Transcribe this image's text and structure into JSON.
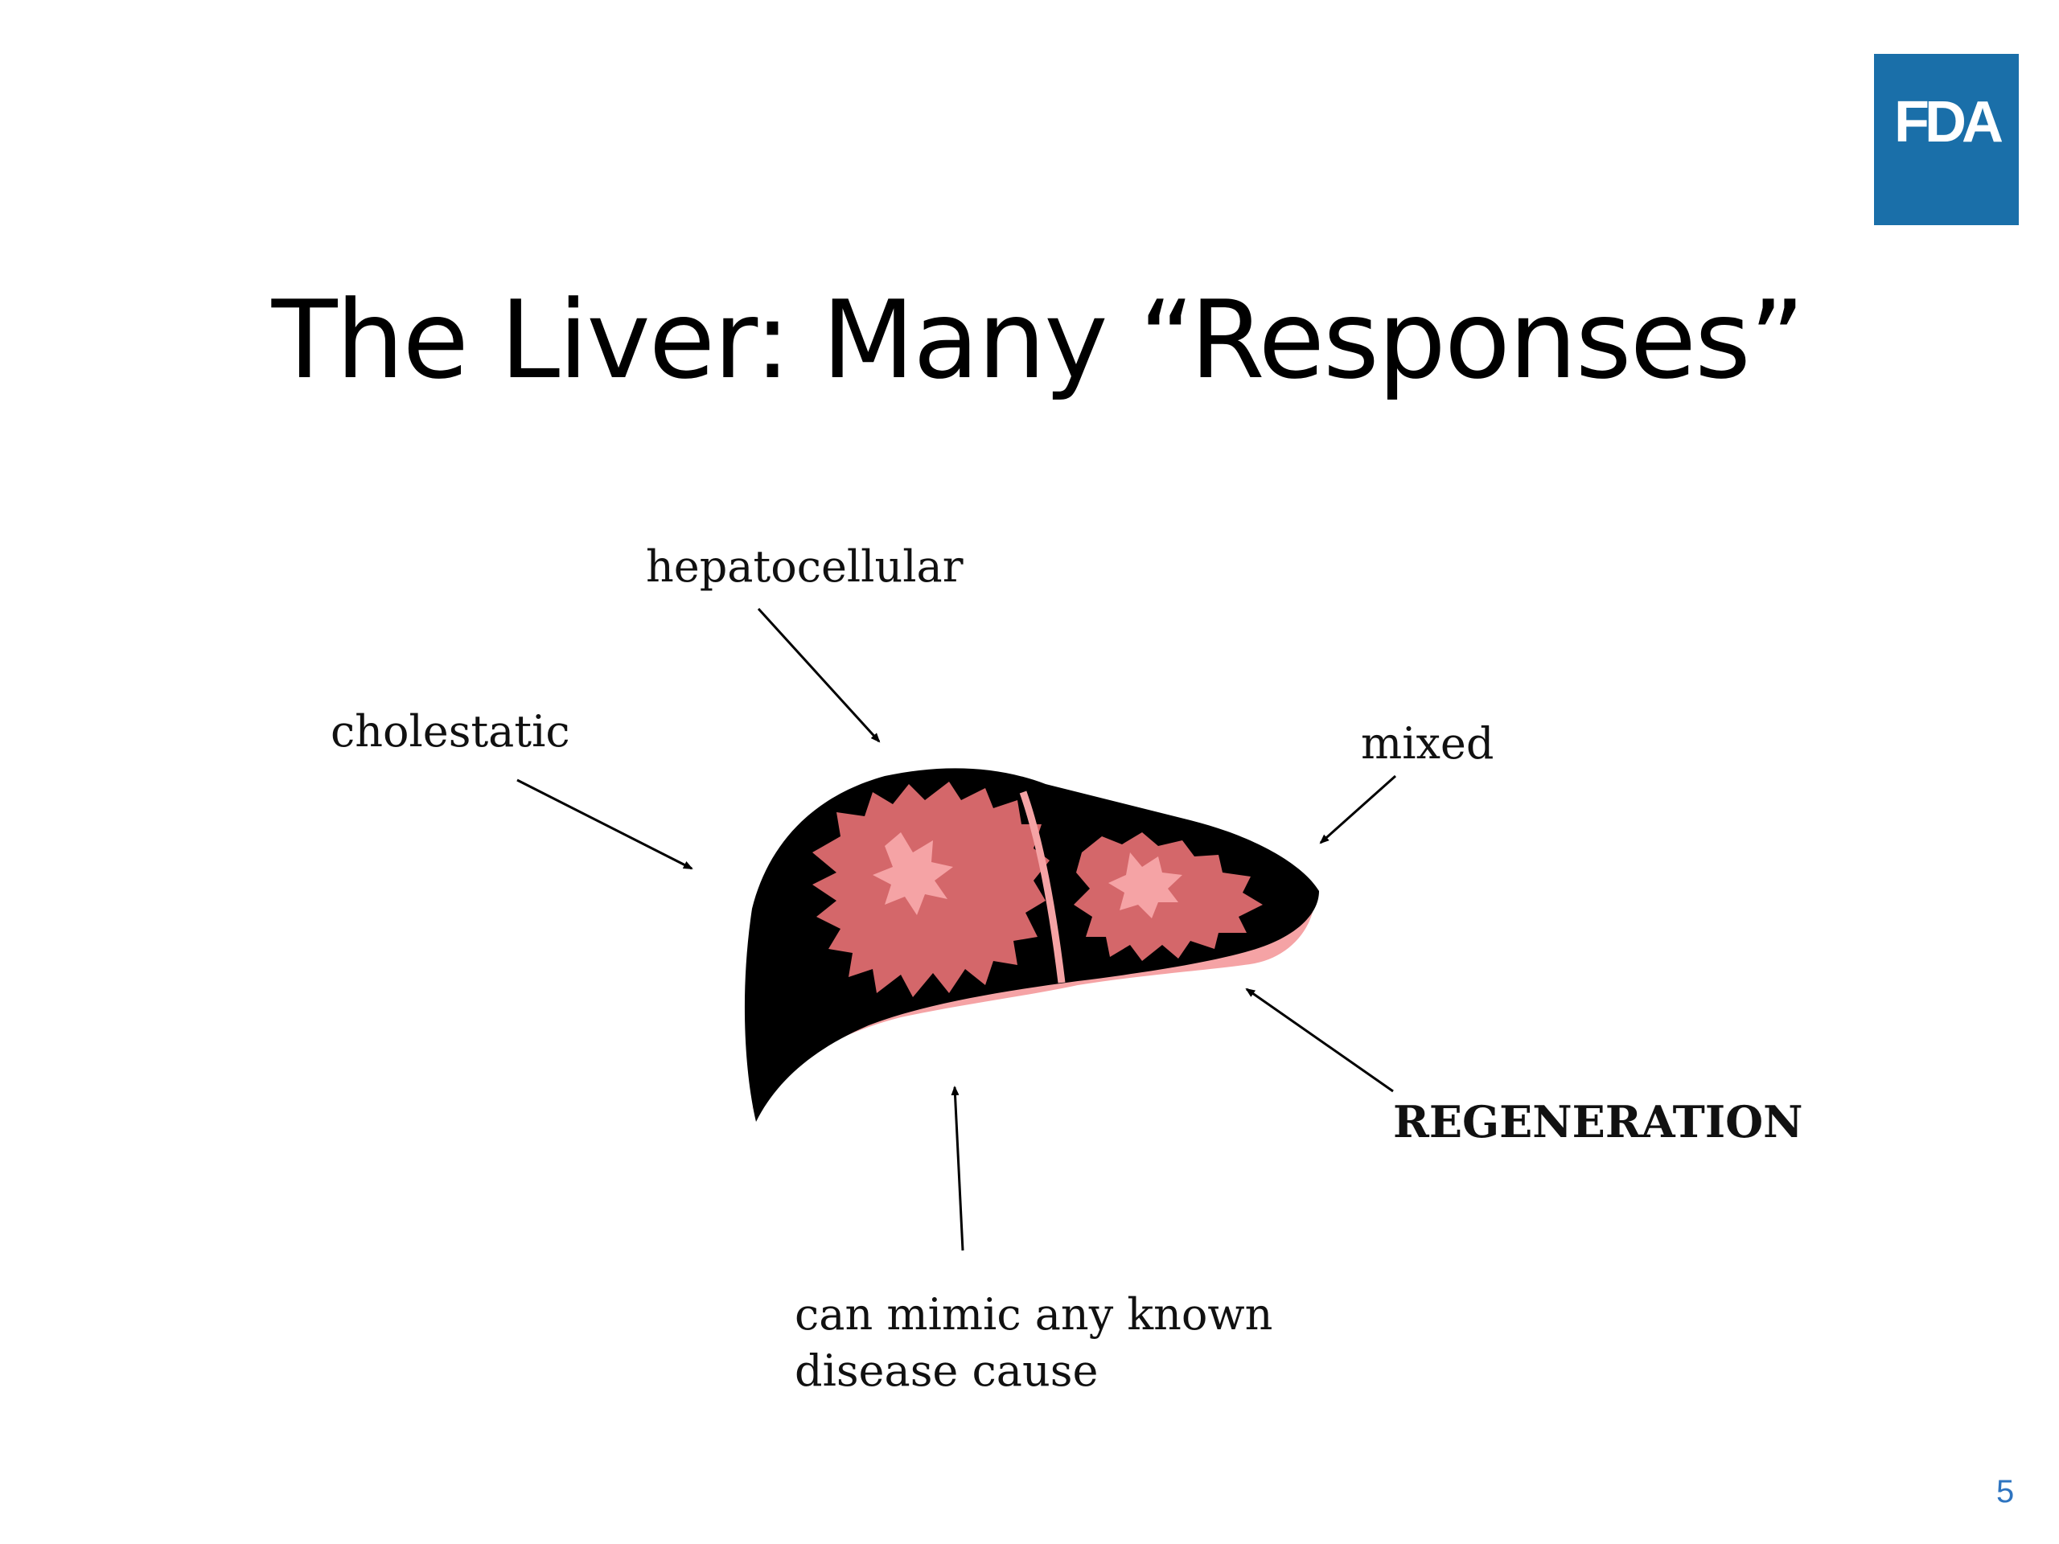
{
  "slide": {
    "title": "The Liver: Many “Responses”",
    "logo_text": "FDA",
    "page_number": "5"
  },
  "labels": {
    "hepatocellular": "hepatocellular",
    "cholestatic": "cholestatic",
    "mixed": "mixed",
    "regeneration": "REGENERATION",
    "mimic_line1": "can mimic any known",
    "mimic_line2": "disease cause"
  },
  "colors": {
    "logo_background": "#1a6fa9",
    "liver_outline": "#000000",
    "liver_tissue": "#d4676a",
    "liver_highlight": "#f5a3a5",
    "page_number": "#2e74c0"
  }
}
